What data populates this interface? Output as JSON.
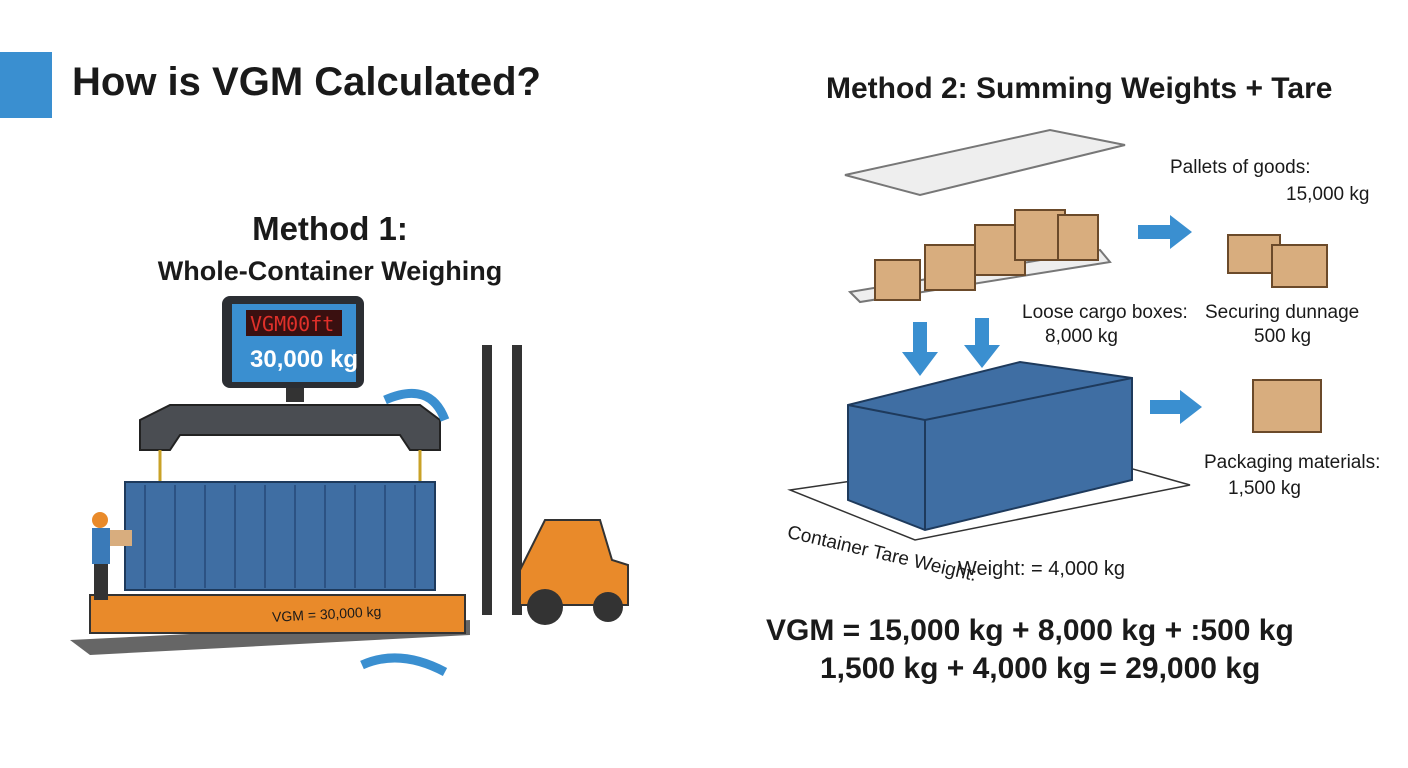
{
  "header": {
    "title": "How is VGM Calculated?",
    "accent_color": "#3a8fd0"
  },
  "method1": {
    "title": "Method 1:",
    "subtitle": "Whole-Container Weighing",
    "display_top": "VGM00ft",
    "display_weight": "30,000 kg",
    "scale_label": "VGM = 30,000 kg"
  },
  "method2": {
    "title": "Method 2: Summing Weights + Tare",
    "pallets_label": "Pallets of goods:",
    "pallets_value": "15,000 kg",
    "loose_label": "Loose cargo boxes:",
    "loose_value": "8,000 kg",
    "dunnage_label": "Securing dunnage",
    "dunnage_value": "500 kg",
    "packaging_label": "Packaging materials:",
    "packaging_value": "1,500 kg",
    "tare_label": "Container Tare Weight:",
    "tare_value": "Weight: = 4,000 kg",
    "equation_line1": "VGM = 15,000 kg + 8,000 kg + :500 kg",
    "equation_line2": "1,500 kg + 4,000 kg = 29,000 kg"
  },
  "colors": {
    "container": "#3f6ea3",
    "forklift": "#e98a2a",
    "arrow": "#3a8fd0",
    "box": "#d8ad7e"
  }
}
